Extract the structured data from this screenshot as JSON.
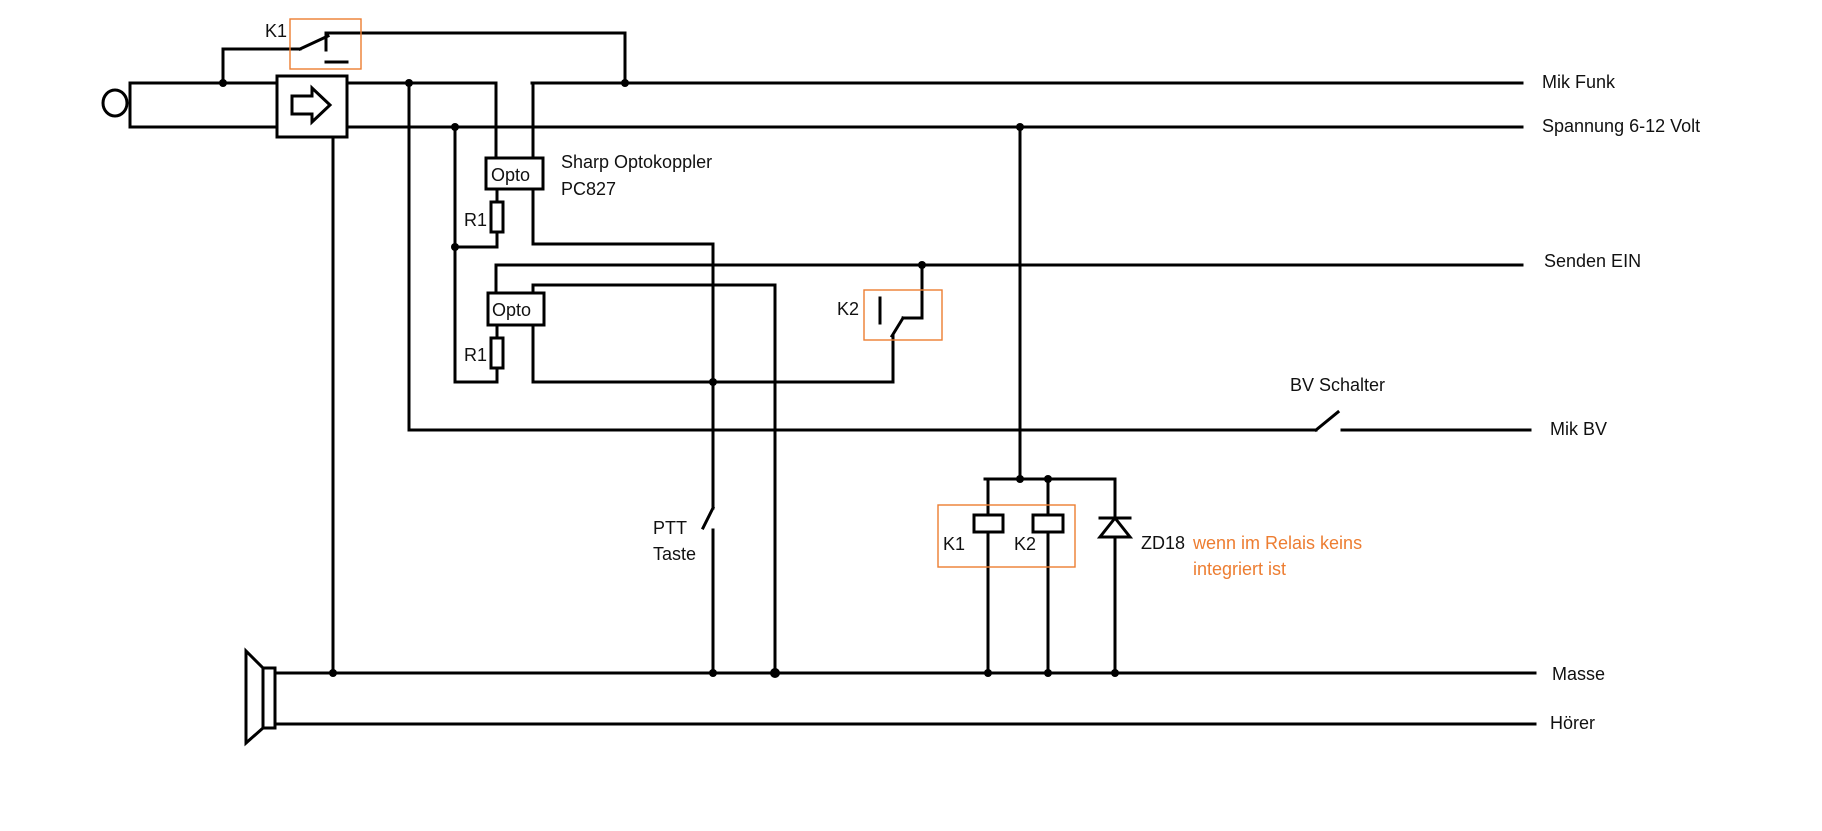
{
  "lines": {
    "mik_funk": "Mik Funk",
    "spannung": "Spannung 6-12 Volt",
    "senden": "Senden EIN",
    "mik_bv": "Mik BV",
    "masse": "Masse",
    "hoerer": "Hörer"
  },
  "components": {
    "k1_switch": "K1",
    "k2_switch": "K2",
    "opto_top": "Opto",
    "opto_bottom": "Opto",
    "r1_top": "R1",
    "r1_bottom": "R1",
    "optocoupler_name": "Sharp Optokoppler",
    "optocoupler_part": "PC827",
    "bv_switch": "BV Schalter",
    "ptt_line1": "PTT",
    "ptt_line2": "Taste",
    "k1_coil": "K1",
    "k2_coil": "K2",
    "zener": "ZD18"
  },
  "notes": {
    "zener_note_line1": "wenn im Relais keins",
    "zener_note_line2": "integriert ist"
  },
  "colors": {
    "wire": "#000000",
    "highlight": "#ed7d31"
  }
}
